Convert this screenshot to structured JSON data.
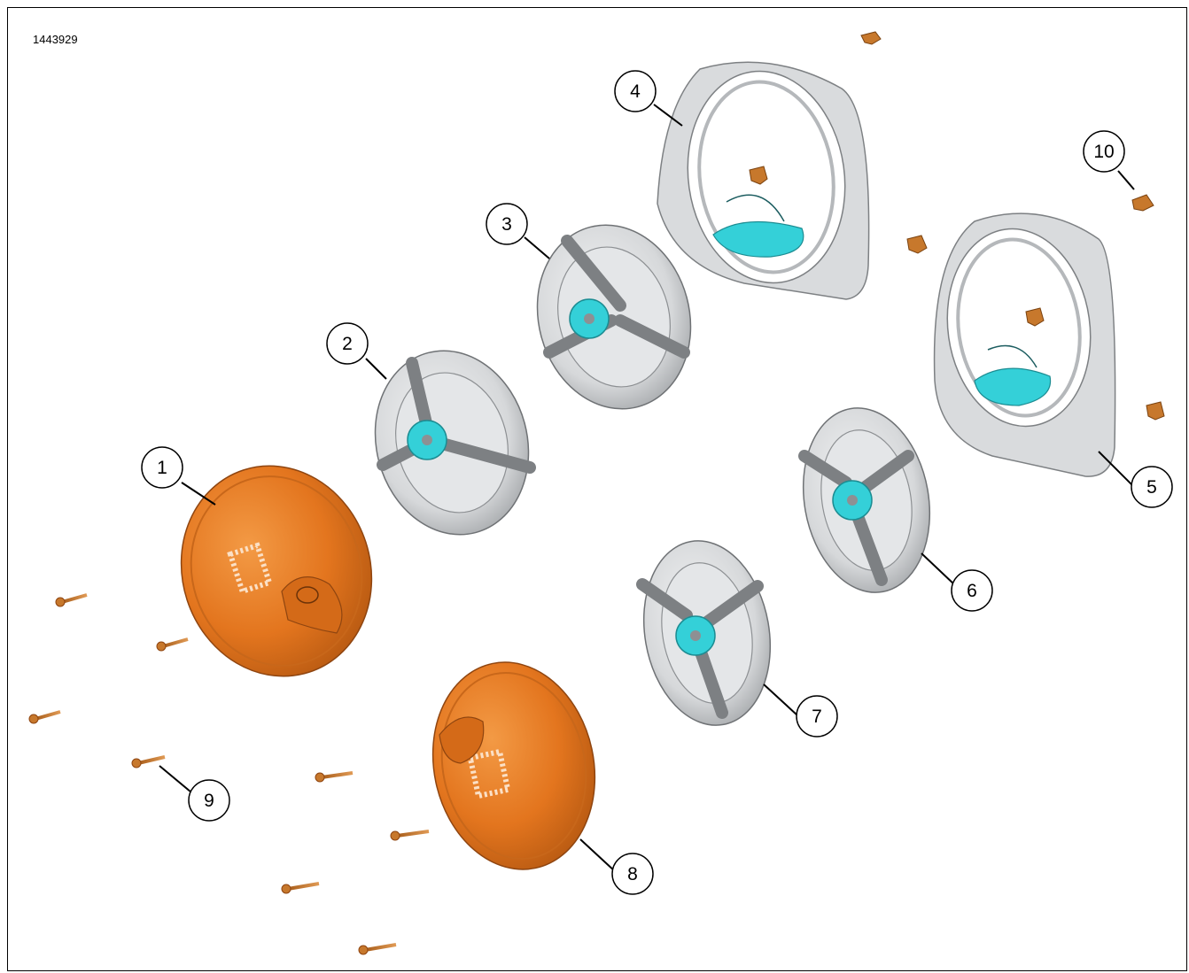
{
  "figure": {
    "id": "1443929"
  },
  "callouts": [
    {
      "label": "1"
    },
    {
      "label": "2"
    },
    {
      "label": "3"
    },
    {
      "label": "4"
    },
    {
      "label": "5"
    },
    {
      "label": "6"
    },
    {
      "label": "7"
    },
    {
      "label": "8"
    },
    {
      "label": "9"
    },
    {
      "label": "10"
    }
  ],
  "colors": {
    "cover": "#e3751e",
    "cover_dark": "#b85a12",
    "metal": "#d6d8da",
    "metal_dark": "#8d9093",
    "tweeter": "#34d0d8",
    "hardware": "#c7782c"
  }
}
